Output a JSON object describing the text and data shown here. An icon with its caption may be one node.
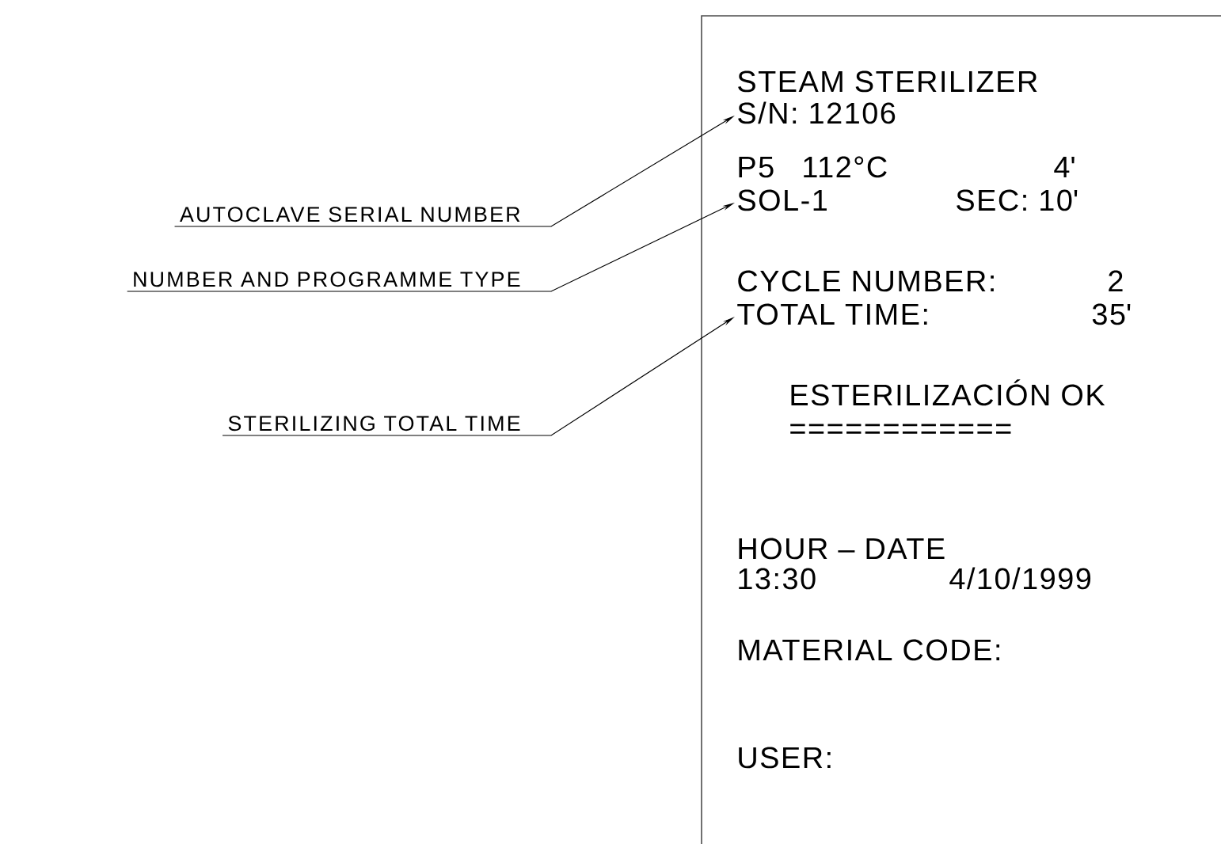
{
  "diagram": {
    "nodes": [
      {
        "text": [],
        "shape": "box"
      },
      {
        "text": [
          "STEAM STERILIZER"
        ],
        "in": 0
      },
      {
        "text": [
          "S/N: 12106"
        ],
        "in": 0
      },
      {
        "text": [
          "P5",
          "112°C",
          "4'"
        ],
        "in": 0
      },
      {
        "text": [
          "SOL-1",
          "SEC: 10'"
        ],
        "in": 0
      },
      {
        "text": [
          "CYCLE NUMBER:",
          "2"
        ],
        "in": 0
      },
      {
        "text": [
          "TOTAL TIME:",
          "35'"
        ],
        "in": 0
      },
      {
        "text": [
          "ESTERILIZACIÓN OK"
        ],
        "in": 0
      },
      {
        "text": [
          "============"
        ],
        "in": 0
      },
      {
        "text": [
          "HOUR – DATE"
        ],
        "in": 0
      },
      {
        "text": [
          "13:30",
          "4/10/1999"
        ],
        "in": 0
      },
      {
        "text": [
          "MATERIAL CODE:"
        ],
        "in": 0
      },
      {
        "text": [
          "USER:"
        ],
        "in": 0
      },
      {
        "text": [
          "AUTOCLAVE SERIAL NUMBER"
        ]
      },
      {
        "text": [
          "NUMBER AND PROGRAMME TYPE"
        ]
      },
      {
        "text": [
          "STERILIZING TOTAL TIME"
        ]
      }
    ],
    "edges": [
      {
        "from": 13,
        "to": 2,
        "arrow": "to"
      },
      {
        "from": 14,
        "to": 4,
        "arrow": "to"
      },
      {
        "from": 15,
        "to": 6,
        "arrow": "to"
      }
    ]
  }
}
